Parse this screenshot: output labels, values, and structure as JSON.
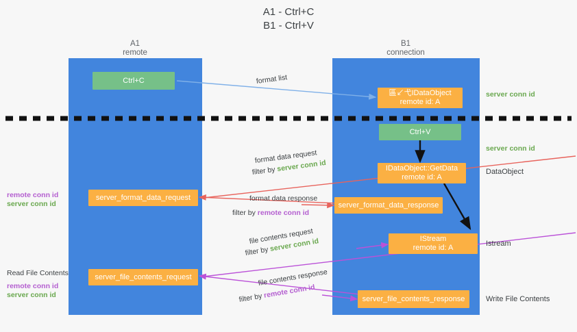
{
  "title": {
    "line1": "A1 - Ctrl+C",
    "line2": "B1 - Ctrl+V"
  },
  "colors": {
    "lane": "#4285dd",
    "green_node": "#76c088",
    "orange_node": "#fbb043",
    "server_conn_text": "#6aa84f",
    "remote_conn_text": "#b45fd0",
    "arrow_blue": "#7fb0e8",
    "arrow_red": "#e8635c",
    "arrow_purple": "#bb52d8",
    "arrow_black": "#111111",
    "background": "#f7f7f7"
  },
  "columns": [
    {
      "name": "A1",
      "sub": "remote"
    },
    {
      "name": "B1",
      "sub": "connection"
    }
  ],
  "nodes": [
    {
      "id": "ctrl-c",
      "label_1": "Ctrl+C",
      "label_2": "",
      "style": "green"
    },
    {
      "id": "idataobject-top",
      "label_1": "區↙⼷IDataObject",
      "label_2": "remote id: A",
      "style": "orange"
    },
    {
      "id": "ctrl-v",
      "label_1": "Ctrl+V",
      "label_2": "",
      "style": "green"
    },
    {
      "id": "idataobject-getdata",
      "label_1": "IDataObject::GetData",
      "label_2": "remote id: A",
      "style": "orange"
    },
    {
      "id": "server-format-data-request",
      "label_1": "server_format_data_request",
      "label_2": "",
      "style": "orange"
    },
    {
      "id": "server-format-data-response",
      "label_1": "server_format_data_response",
      "label_2": "",
      "style": "orange"
    },
    {
      "id": "istream",
      "label_1": "IStream",
      "label_2": "remote id: A",
      "style": "orange"
    },
    {
      "id": "server-file-contents-request",
      "label_1": "server_file_contents_request",
      "label_2": "",
      "style": "orange"
    },
    {
      "id": "server-file-contents-response",
      "label_1": "server_file_contents_response",
      "label_2": "",
      "style": "orange"
    }
  ],
  "edge_labels": {
    "format_list": "format list",
    "format_data_request": "format data request",
    "format_data_request_filter_prefix": "filter by ",
    "format_data_request_filter_value": "server conn id",
    "format_data_response": "format data response",
    "format_data_response_filter_prefix": "filter by ",
    "format_data_response_filter_value": "remote conn id",
    "file_contents_request": "file contents request",
    "file_contents_request_filter_prefix": "filter by ",
    "file_contents_request_filter_value": "server conn id",
    "file_contents_response": "file contents response",
    "file_contents_response_filter_prefix": "filter by ",
    "file_contents_response_filter_value": "remote conn id"
  },
  "right_labels": {
    "server_conn_id_top": "server conn id",
    "server_conn_id_mid": "server conn id",
    "data_object": "DataObject",
    "istream": "Istream",
    "write_file_contents": "Write File Contents"
  },
  "left_labels": {
    "remote_conn_id_1": "remote conn id",
    "server_conn_id_1": "server conn id",
    "read_file_contents": "Read File Contents",
    "remote_conn_id_2": "remote conn id",
    "server_conn_id_2": "server conn id"
  }
}
